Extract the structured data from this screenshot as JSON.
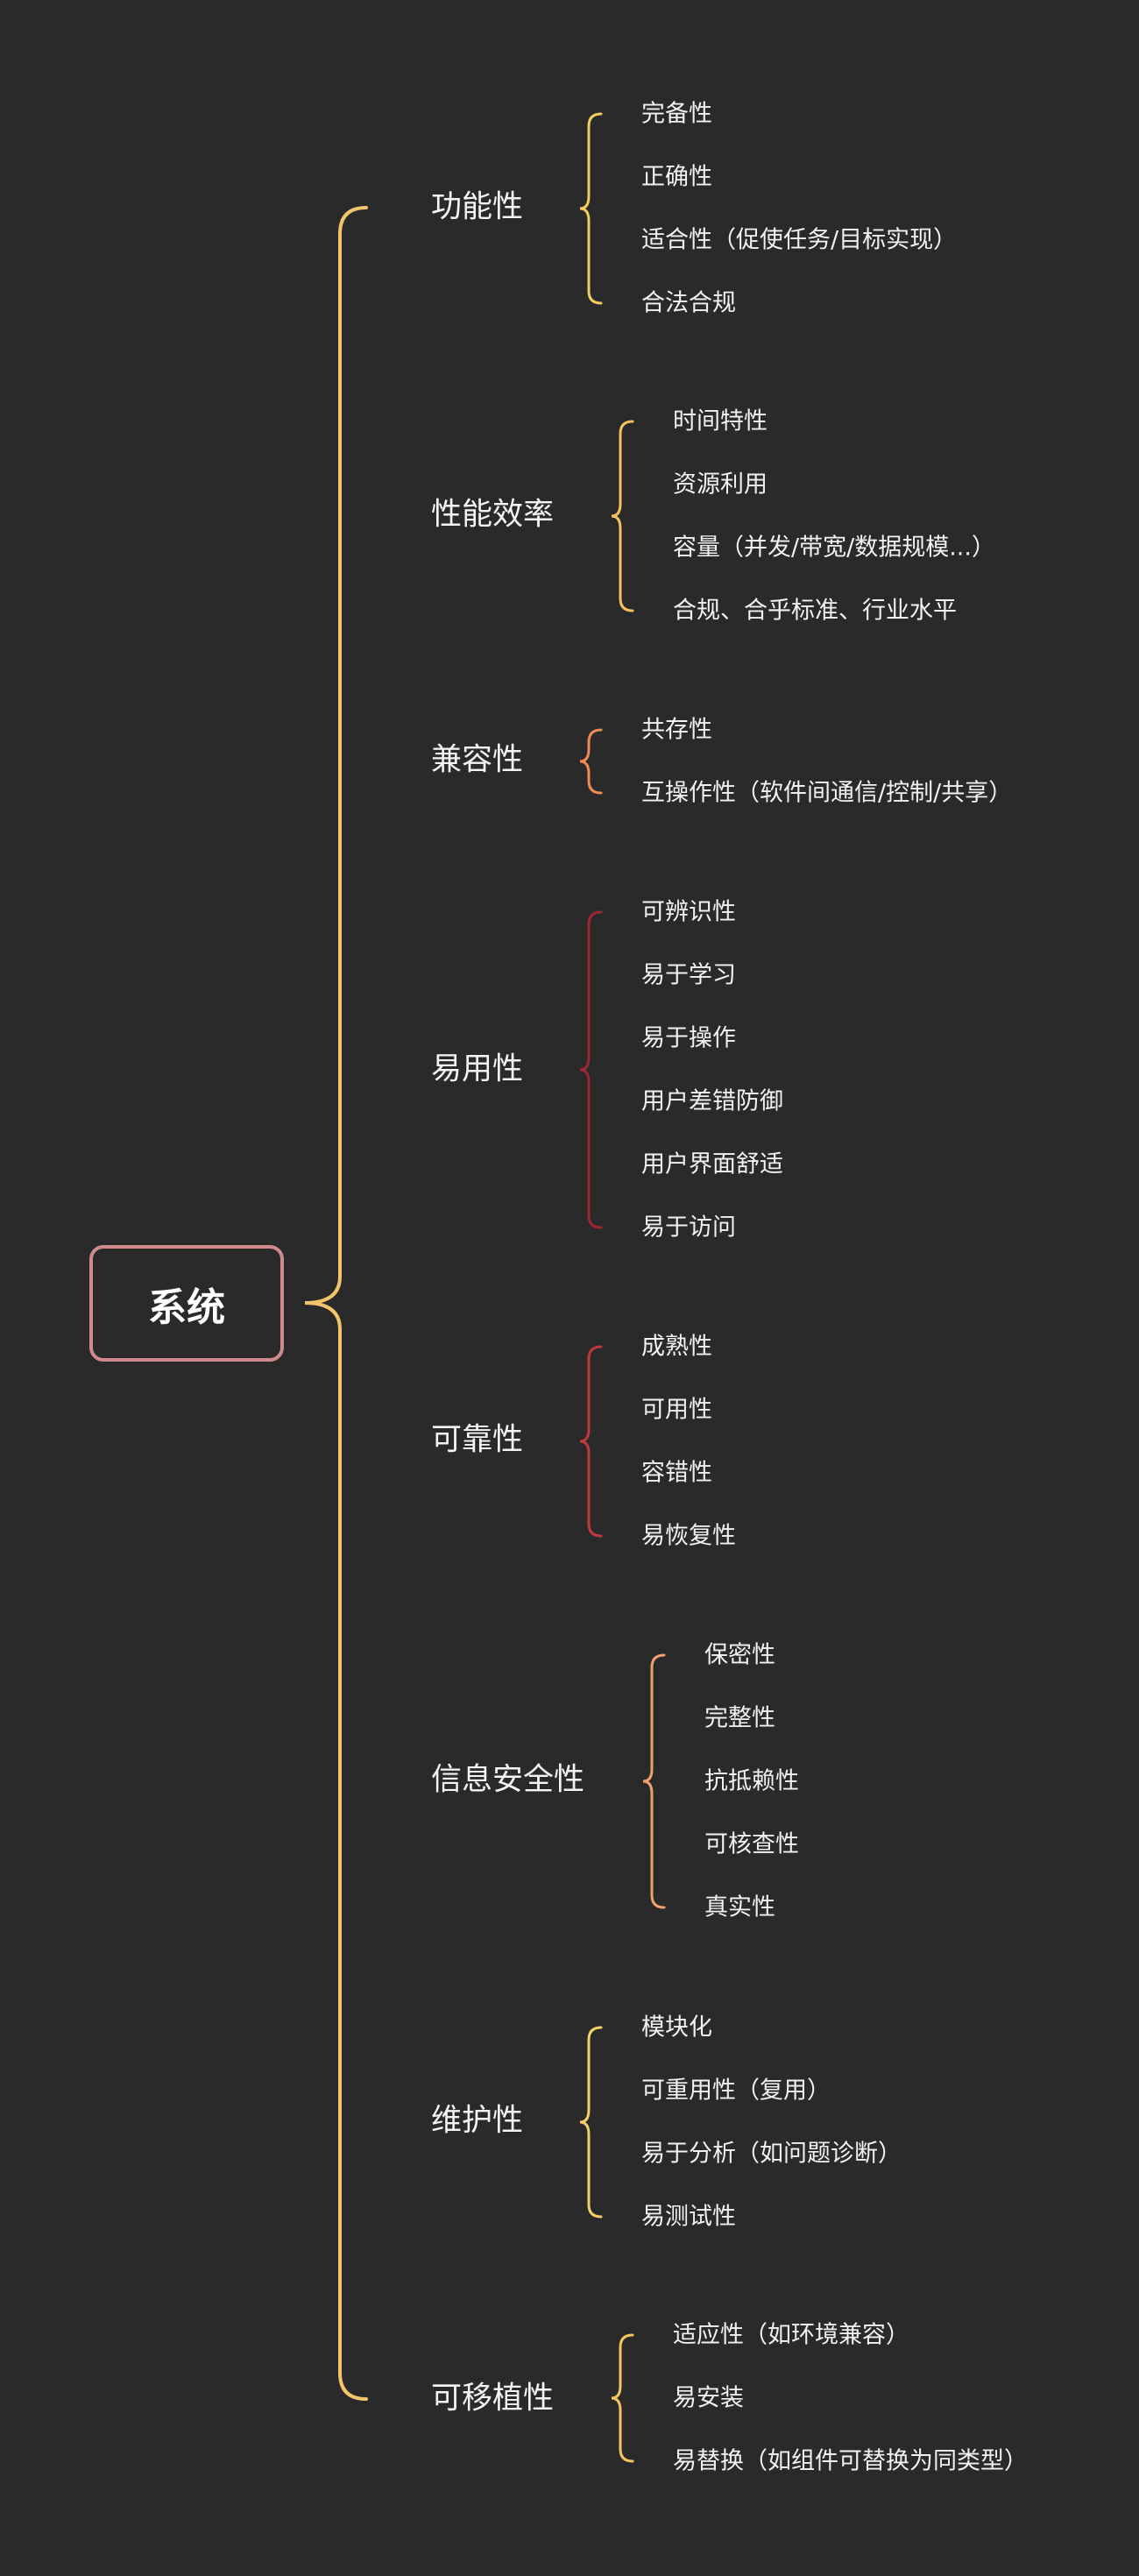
{
  "root": {
    "label": "系统",
    "border_color": "#d08a8e"
  },
  "main_bracket_color": "#f3c56a",
  "branches": [
    {
      "label": "功能性",
      "color": "#f2cc5f",
      "items": [
        "完备性",
        "正确性",
        "适合性（促使任务/目标实现）",
        "合法合规"
      ]
    },
    {
      "label": "性能效率",
      "color": "#f5c05d",
      "items": [
        "时间特性",
        "资源利用",
        "容量（并发/带宽/数据规模...）",
        "合规、合乎标准、行业水平"
      ]
    },
    {
      "label": "兼容性",
      "color": "#ef8a55",
      "items": [
        "共存性",
        "互操作性（软件间通信/控制/共享）"
      ]
    },
    {
      "label": "易用性",
      "color": "#9e2634",
      "items": [
        "可辨识性",
        "易于学习",
        "易于操作",
        "用户差错防御",
        "用户界面舒适",
        "易于访问"
      ]
    },
    {
      "label": "可靠性",
      "color": "#c0383f",
      "items": [
        "成熟性",
        "可用性",
        "容错性",
        "易恢复性"
      ]
    },
    {
      "label": "信息安全性",
      "color": "#f0a070",
      "items": [
        "保密性",
        "完整性",
        "抗抵赖性",
        "可核查性",
        "真实性"
      ]
    },
    {
      "label": "维护性",
      "color": "#f5cf6a",
      "items": [
        "模块化",
        "可重用性（复用）",
        "易于分析（如问题诊断）",
        "易测试性"
      ]
    },
    {
      "label": "可移植性",
      "color": "#f5c45e",
      "items": [
        "适应性（如环境兼容）",
        "易安装",
        "易替换（如组件可替换为同类型）"
      ]
    }
  ]
}
